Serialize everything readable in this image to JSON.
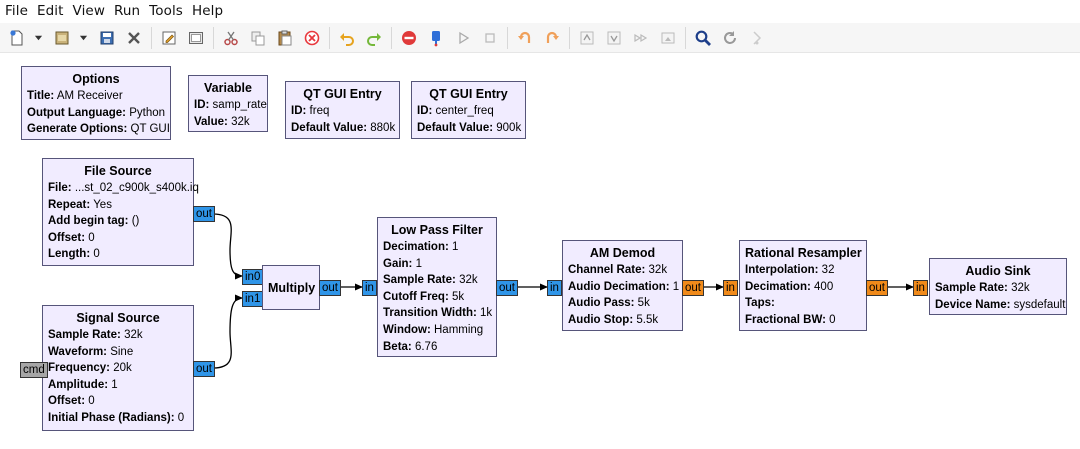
{
  "menubar": {
    "items": [
      "File",
      "Edit",
      "View",
      "Run",
      "Tools",
      "Help"
    ]
  },
  "toolbar": {
    "buttons": [
      "new-file-icon",
      "dropdown-arrow-icon",
      "open-file-icon",
      "dropdown-arrow-icon",
      "save-icon",
      "close-icon",
      "edit-icon",
      "screenshot-icon",
      "cut-icon",
      "copy-icon",
      "paste-icon",
      "delete-icon",
      "undo-icon",
      "redo-icon",
      "kill-icon",
      "generate-icon",
      "execute-icon",
      "stop-icon",
      "rotate-ccw-icon",
      "rotate-cw-icon",
      "enable-icon",
      "disable-icon",
      "bypass-icon",
      "create-hier-icon",
      "find-icon",
      "reload-icon",
      "more-icon"
    ],
    "colors": {
      "delete": "#e8383d",
      "undo_redo": "#e6a31e",
      "kill": "#e03a3a",
      "generate": "#2f6fd8",
      "find": "#1e3f8a"
    }
  },
  "blocks": {
    "options": {
      "title": "Options",
      "params": [
        {
          "k": "Title:",
          "v": "AM Receiver"
        },
        {
          "k": "Output Language:",
          "v": "Python"
        },
        {
          "k": "Generate Options:",
          "v": "QT GUI"
        }
      ]
    },
    "variable": {
      "title": "Variable",
      "params": [
        {
          "k": "ID:",
          "v": "samp_rate"
        },
        {
          "k": "Value:",
          "v": "32k"
        }
      ]
    },
    "qt_entry_freq": {
      "title": "QT GUI Entry",
      "params": [
        {
          "k": "ID:",
          "v": "freq"
        },
        {
          "k": "Default Value:",
          "v": "880k"
        }
      ]
    },
    "qt_entry_center": {
      "title": "QT GUI Entry",
      "params": [
        {
          "k": "ID:",
          "v": "center_freq"
        },
        {
          "k": "Default Value:",
          "v": "900k"
        }
      ]
    },
    "file_source": {
      "title": "File Source",
      "params": [
        {
          "k": "File:",
          "v": "...st_02_c900k_s400k.iq"
        },
        {
          "k": "Repeat:",
          "v": "Yes"
        },
        {
          "k": "Add begin tag:",
          "v": "()"
        },
        {
          "k": "Offset:",
          "v": "0"
        },
        {
          "k": "Length:",
          "v": "0"
        }
      ],
      "ports": {
        "out": "out"
      }
    },
    "signal_source": {
      "title": "Signal Source",
      "params": [
        {
          "k": "Sample Rate:",
          "v": "32k"
        },
        {
          "k": "Waveform:",
          "v": "Sine"
        },
        {
          "k": "Frequency:",
          "v": "20k"
        },
        {
          "k": "Amplitude:",
          "v": "1"
        },
        {
          "k": "Offset:",
          "v": "0"
        },
        {
          "k": "Initial Phase (Radians):",
          "v": "0"
        }
      ],
      "ports": {
        "cmd": "cmd",
        "out": "out"
      }
    },
    "multiply": {
      "title": "Multiply",
      "ports": {
        "in0": "in0",
        "in1": "in1",
        "out": "out"
      }
    },
    "low_pass": {
      "title": "Low Pass Filter",
      "params": [
        {
          "k": "Decimation:",
          "v": "1"
        },
        {
          "k": "Gain:",
          "v": "1"
        },
        {
          "k": "Sample Rate:",
          "v": "32k"
        },
        {
          "k": "Cutoff Freq:",
          "v": "5k"
        },
        {
          "k": "Transition Width:",
          "v": "1k"
        },
        {
          "k": "Window:",
          "v": "Hamming"
        },
        {
          "k": "Beta:",
          "v": "6.76"
        }
      ],
      "ports": {
        "in": "in",
        "out": "out"
      }
    },
    "am_demod": {
      "title": "AM Demod",
      "params": [
        {
          "k": "Channel Rate:",
          "v": "32k"
        },
        {
          "k": "Audio Decimation:",
          "v": "1"
        },
        {
          "k": "Audio Pass:",
          "v": "5k"
        },
        {
          "k": "Audio Stop:",
          "v": "5.5k"
        }
      ],
      "ports": {
        "in": "in",
        "out": "out"
      }
    },
    "resampler": {
      "title": "Rational Resampler",
      "params": [
        {
          "k": "Interpolation:",
          "v": "32"
        },
        {
          "k": "Decimation:",
          "v": "400"
        },
        {
          "k": "Taps:",
          "v": ""
        },
        {
          "k": "Fractional BW:",
          "v": "0"
        }
      ],
      "ports": {
        "in": "in",
        "out": "out"
      }
    },
    "audio_sink": {
      "title": "Audio Sink",
      "params": [
        {
          "k": "Sample Rate:",
          "v": "32k"
        },
        {
          "k": "Device Name:",
          "v": "sysdefault"
        }
      ],
      "ports": {
        "in": "in"
      }
    }
  },
  "colors": {
    "block_fill": "#f1ecff",
    "block_border": "#56557a",
    "complex_port": "#2f95e8",
    "float_port": "#f08a1a",
    "message_port": "#a6a6a6"
  }
}
